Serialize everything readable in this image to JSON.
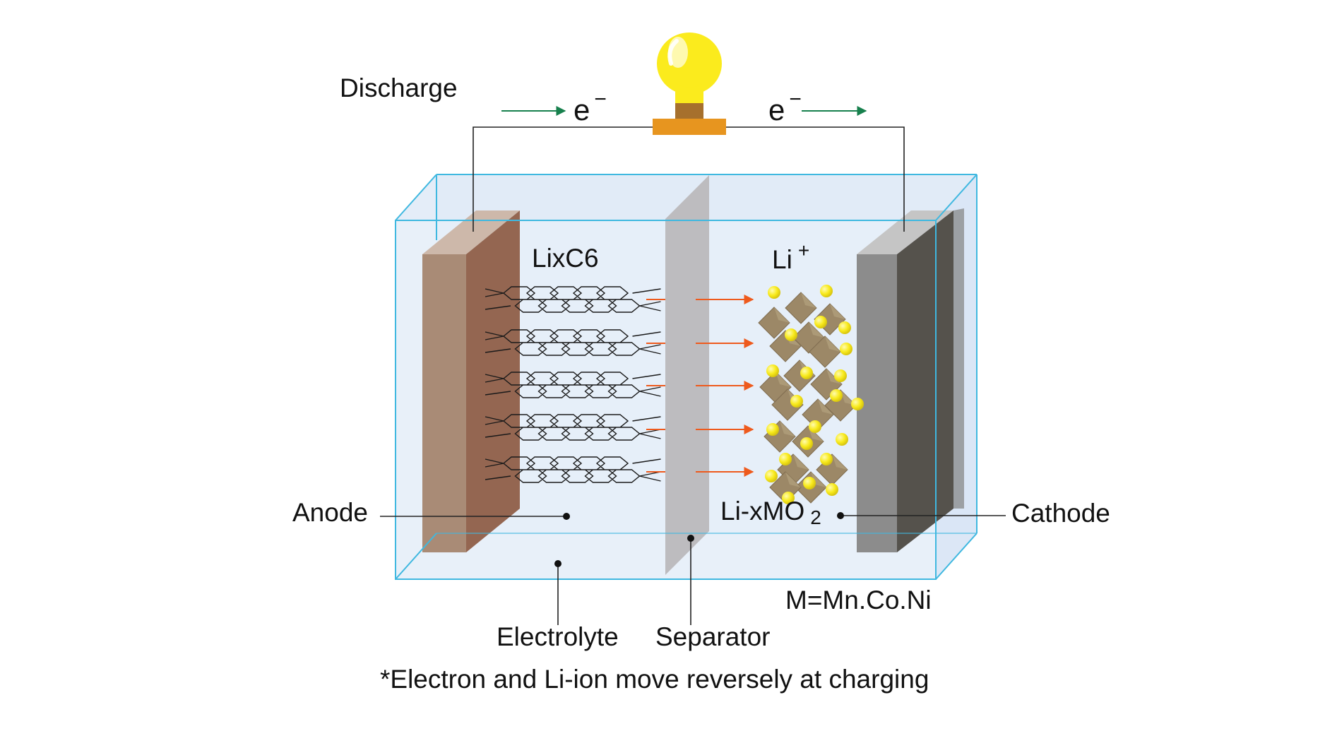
{
  "labels": {
    "discharge": "Discharge",
    "electron_left": "e",
    "electron_right": "e",
    "electron_sup": "−",
    "anode_material": "LixC6",
    "li_ion": "Li",
    "li_ion_sup": "+",
    "anode": "Anode",
    "cathode": "Cathode",
    "cathode_material": "Li-xMO",
    "cathode_material_sub": "2",
    "metals": "M=Mn.Co.Ni",
    "electrolyte": "Electrolyte",
    "separator": "Separator",
    "footnote": "*Electron and Li-ion move reversely at charging"
  },
  "colors": {
    "tank_edge": "#3fb8e0",
    "tank_fill": "#e6eef8",
    "anode_front": "#a98b76",
    "anode_side": "#946651",
    "anode_top": "#cdb8aa",
    "cathode_front": "#8c8c8c",
    "cathode_side": "#55524c",
    "cathode_top": "#c5c5c5",
    "separator": "#bdbcbf",
    "electron_arrow": "#17804d",
    "ion_arrow": "#ee5a1d",
    "li_ion_dot": "#f8ea1c",
    "oxide_cube": "#9c8867",
    "bulb_glass": "#fbeb1d",
    "bulb_base": "#a6702d",
    "bulb_plate": "#e7951f"
  }
}
